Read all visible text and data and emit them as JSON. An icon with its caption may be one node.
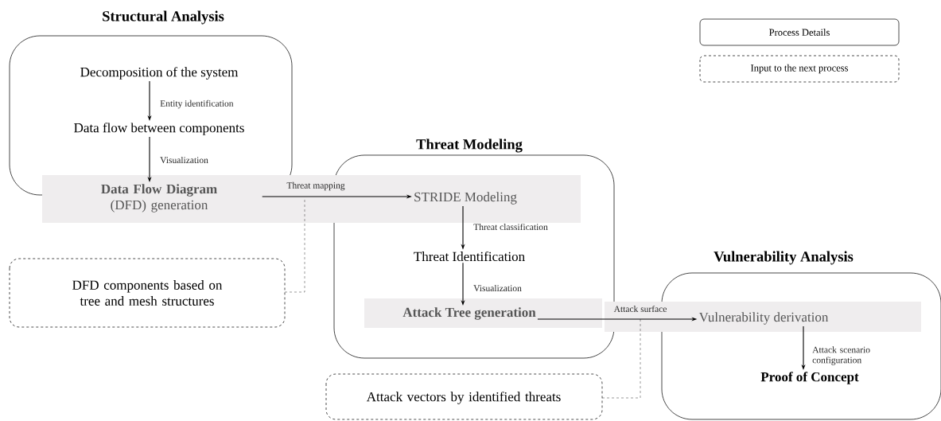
{
  "diagram": {
    "nodes": [
      {
        "text": [
          "Structural Analysis"
        ]
      },
      {
        "text": [
          "Decomposition of the system"
        ],
        "in": 0
      },
      {
        "text": [
          "Data flow between components"
        ],
        "in": 0
      },
      {
        "text": [
          "**Data Flow Diagram** (DFD) generation"
        ]
      },
      {
        "text": [
          "Threat Modeling"
        ]
      },
      {
        "text": [
          "STRIDE Modeling"
        ]
      },
      {
        "text": [
          "Threat Identification"
        ],
        "in": 4
      },
      {
        "text": [
          "Attack Tree generation"
        ],
        "in": 4
      },
      {
        "text": [
          "Vulnerability Analysis"
        ]
      },
      {
        "text": [
          "Vulnerability derivation"
        ]
      },
      {
        "text": [
          "Proof of Concept"
        ],
        "in": 8
      },
      {
        "text": [
          "DFD components based on tree and mesh structures"
        ]
      },
      {
        "text": [
          "Attack vectors by identified threats"
        ]
      }
    ],
    "edges": [
      {
        "from": 1,
        "to": 2,
        "arrow": "to",
        "label": "Entity identification"
      },
      {
        "from": 2,
        "to": 3,
        "arrow": "to",
        "label": "Visualization"
      },
      {
        "from": 3,
        "to": 5,
        "arrow": "to",
        "label": "Threat mapping"
      },
      {
        "from": 5,
        "to": 6,
        "arrow": "to",
        "label": "Threat classification"
      },
      {
        "from": 6,
        "to": 7,
        "arrow": "to",
        "label": "Visualization"
      },
      {
        "from": 7,
        "to": 9,
        "arrow": "to",
        "label": "Attack surface"
      },
      {
        "from": 9,
        "to": 10,
        "arrow": "to",
        "label": "Attack scenario configuration"
      },
      {
        "from": 11,
        "to": 3,
        "arrow": "none",
        "style": "dashed"
      },
      {
        "from": 12,
        "to": 9,
        "arrow": "none",
        "style": "dashed"
      }
    ],
    "legend": [
      {
        "text": "Process Details"
      },
      {
        "text": "Input to the next process"
      }
    ]
  }
}
